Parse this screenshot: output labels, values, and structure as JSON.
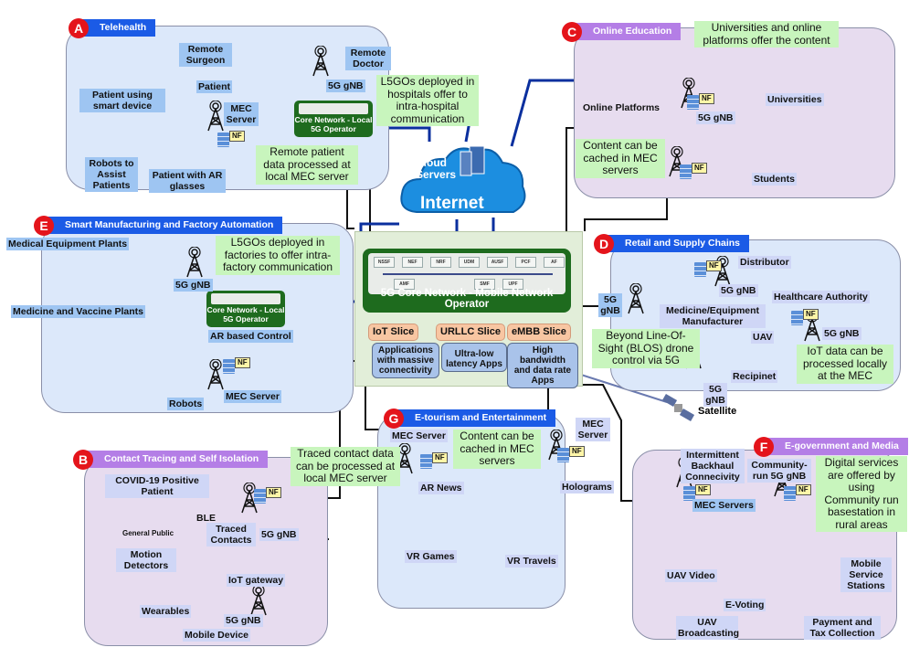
{
  "colors": {
    "panel_blue": "#dce8fa",
    "panel_purple": "#e7dcef",
    "header_blue": "#1b5be6",
    "header_purple": "#b47ee6",
    "badge_red": "#e4141b",
    "note_green": "#c8f5bd",
    "core_green": "#1e6b1e",
    "slice_orange": "#f8c6a2",
    "slice_blue": "#a9c3ea",
    "link_blue": "#0a2f9e"
  },
  "cloud": {
    "line1": "Cloud",
    "line2": "Servers",
    "line3": "Internet"
  },
  "core": {
    "functions": [
      "NSSF",
      "NEF",
      "NRF",
      "UDM",
      "AUSF",
      "PCF",
      "AF",
      "AMF",
      "SMF",
      "UPF"
    ],
    "title": "5G Core Network - Mobile Network Operator",
    "slices": [
      {
        "name": "IoT Slice",
        "desc": "Applications with massive connectivity"
      },
      {
        "name": "URLLC Slice",
        "desc": "Ultra-low latency Apps"
      },
      {
        "name": "eMBB Slice",
        "desc": "High bandwidth and data rate Apps"
      }
    ]
  },
  "local_core_label": "Core Network - Local 5G Operator",
  "nf_label": "NF",
  "satellite": "Satellite",
  "sections": {
    "A": {
      "letter": "A",
      "title": "Telehealth",
      "labels": [
        "Remote Surgeon",
        "Patient",
        "Remote Doctor",
        "5G gNB",
        "Patient using smart device",
        "MEC Server",
        "Robots to Assist Patients",
        "Patient with AR glasses",
        "L5GOs deployed in hospitals offer to intra-hospital communication",
        "Remote patient data processed at local MEC server"
      ]
    },
    "C": {
      "letter": "C",
      "title": "Online Education",
      "labels": [
        "Universities and online platforms offer the content",
        "Online Platforms",
        "5G gNB",
        "Universities",
        "Content can be cached in MEC servers",
        "Students"
      ]
    },
    "E": {
      "letter": "E",
      "title": "Smart Manufacturing and Factory Automation",
      "labels": [
        "Medical Equipment Plants",
        "L5GOs deployed in factories to offer intra-factory communication",
        "5G gNB",
        "Medicine and Vaccine Plants",
        "AR based Control",
        "Robots",
        "MEC Server"
      ]
    },
    "D": {
      "letter": "D",
      "title": "Retail and Supply Chains",
      "labels": [
        "Distributor",
        "5G gNB",
        "Healthcare Authority",
        "5G gNB",
        "Medicine/Equipment Manufacturer",
        "UAV",
        "5G gNB",
        "Beyond Line-Of-Sight (BLOS) drone control via 5G",
        "IoT data can be processed locally at the MEC",
        "Recipinet",
        "5G gNB"
      ]
    },
    "G": {
      "letter": "G",
      "title": "E-tourism and Entertainment",
      "labels": [
        "MEC Server",
        "MEC Server",
        "Content can be cached in MEC servers",
        "AR News",
        "Holograms",
        "VR Games",
        "VR Travels"
      ]
    },
    "B": {
      "letter": "B",
      "title": "Contact Tracing and Self Isolation",
      "labels": [
        "Traced contact data can be processed at local MEC server",
        "COVID-19 Positive Patient",
        "General Public",
        "BLE",
        "Traced Contacts",
        "5G gNB",
        "Motion Detectors",
        "IoT gateway",
        "Wearables",
        "5G gNB",
        "Mobile Device"
      ]
    },
    "F": {
      "letter": "F",
      "title": "E-government and Media",
      "labels": [
        "Intermittent Backhaul Connecivity",
        "Community-run 5G gNB",
        "Digital services are offered by using Community run basestation in rural areas",
        "MEC Servers",
        "UAV Video",
        "E-Voting",
        "Mobile Service Stations",
        "UAV Broadcasting",
        "Payment and Tax Collection"
      ]
    }
  }
}
